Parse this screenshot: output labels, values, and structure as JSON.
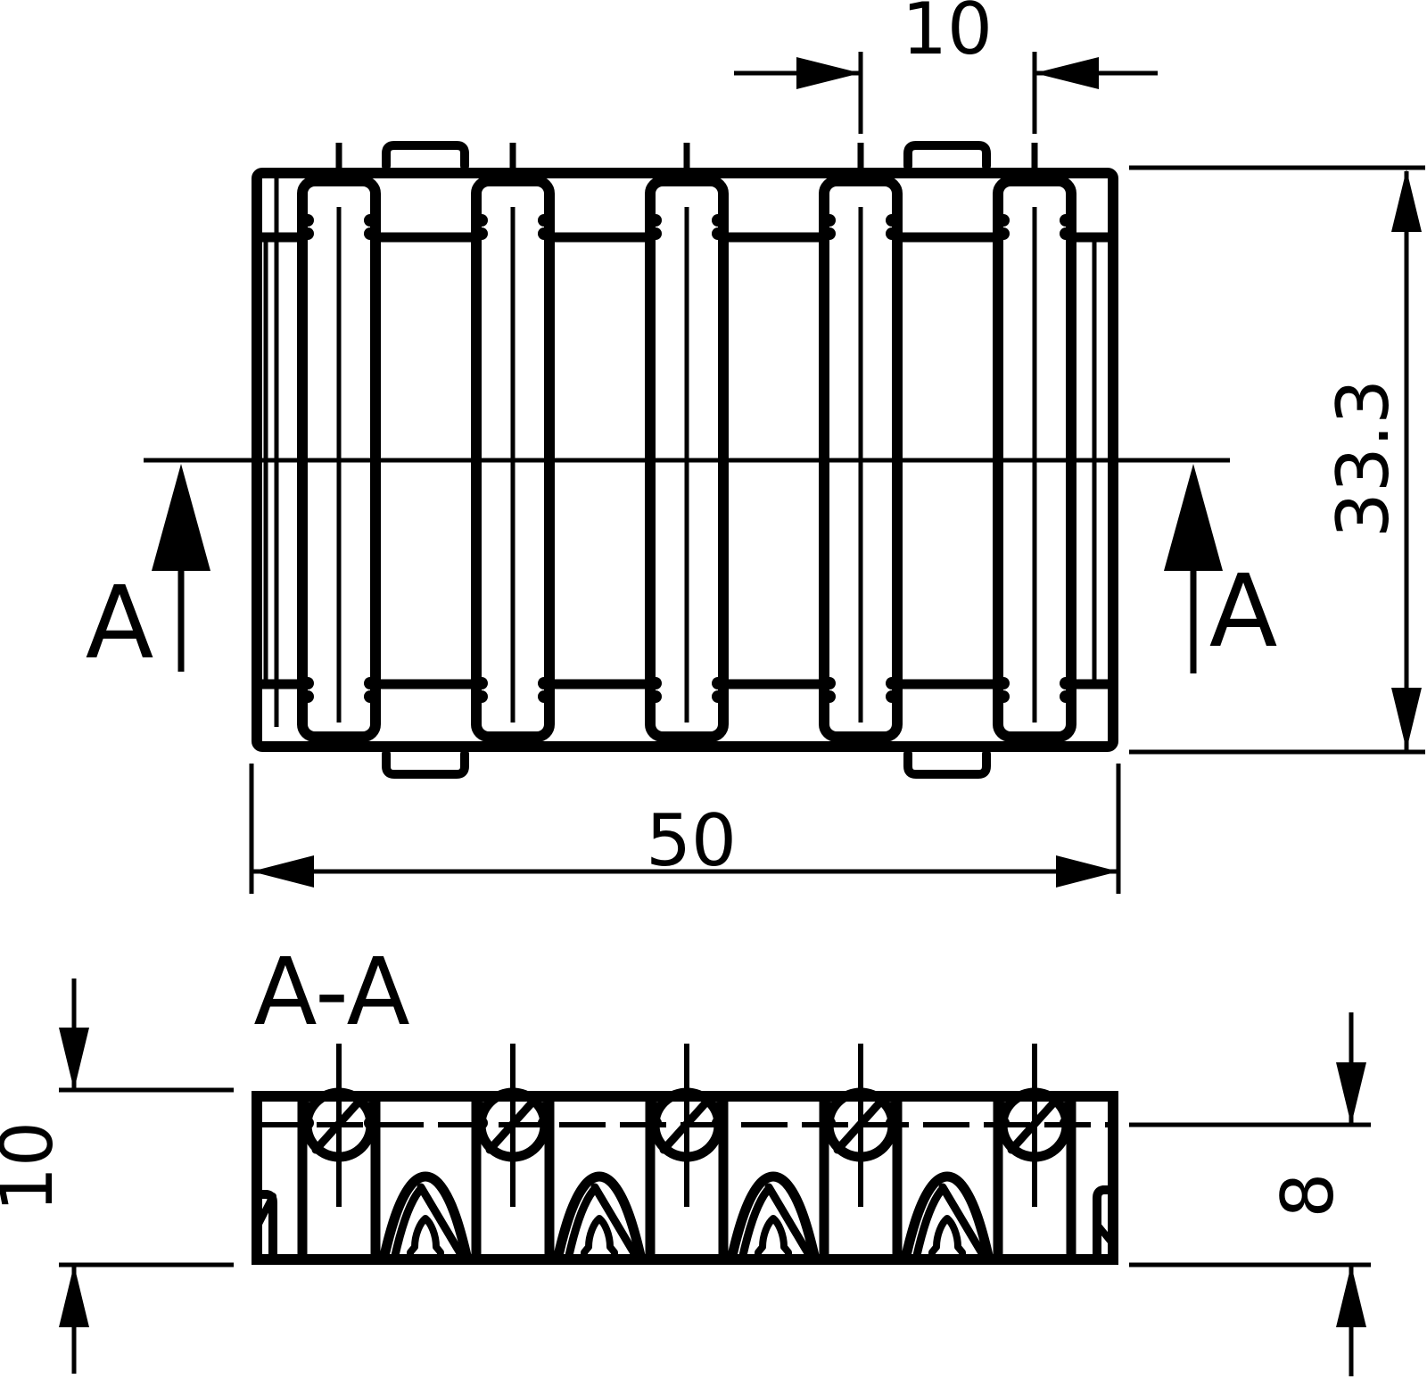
{
  "drawing": {
    "kind": "technical-dimension-drawing",
    "part": {
      "pole_count": 5,
      "hole_count": 5
    },
    "colors": {
      "line": "#000000",
      "background": "#ffffff"
    },
    "front_view": {
      "dim_pitch": "10",
      "dim_height": "33.3",
      "dim_width": "50",
      "section_label_left": "A",
      "section_label_right": "A"
    },
    "section_view": {
      "title": "A-A",
      "dim_height": "10",
      "dim_depth": "8"
    }
  }
}
